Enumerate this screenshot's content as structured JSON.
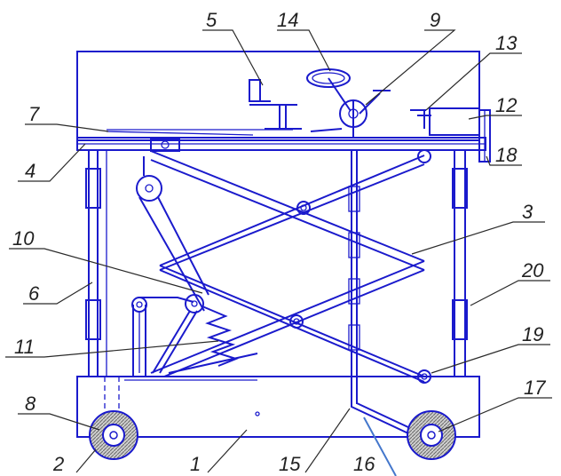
{
  "diagram": {
    "callouts": [
      {
        "id": "label-1",
        "text": "1"
      },
      {
        "id": "label-2",
        "text": "2"
      },
      {
        "id": "label-3",
        "text": "3"
      },
      {
        "id": "label-4",
        "text": "4"
      },
      {
        "id": "label-5",
        "text": "5"
      },
      {
        "id": "label-6",
        "text": "6"
      },
      {
        "id": "label-7",
        "text": "7"
      },
      {
        "id": "label-8",
        "text": "8"
      },
      {
        "id": "label-9",
        "text": "9"
      },
      {
        "id": "label-10",
        "text": "10"
      },
      {
        "id": "label-11",
        "text": "11"
      },
      {
        "id": "label-12",
        "text": "12"
      },
      {
        "id": "label-13",
        "text": "13"
      },
      {
        "id": "label-14",
        "text": "14"
      },
      {
        "id": "label-15",
        "text": "15"
      },
      {
        "id": "label-16",
        "text": "16"
      },
      {
        "id": "label-17",
        "text": "17"
      },
      {
        "id": "label-18",
        "text": "18"
      },
      {
        "id": "label-19",
        "text": "19"
      },
      {
        "id": "label-20",
        "text": "20"
      }
    ],
    "colors": {
      "line": "#1a1acc",
      "leader": "#2a2a2a",
      "wheel_fill": "#8a8a8a",
      "label": "#222222"
    }
  }
}
